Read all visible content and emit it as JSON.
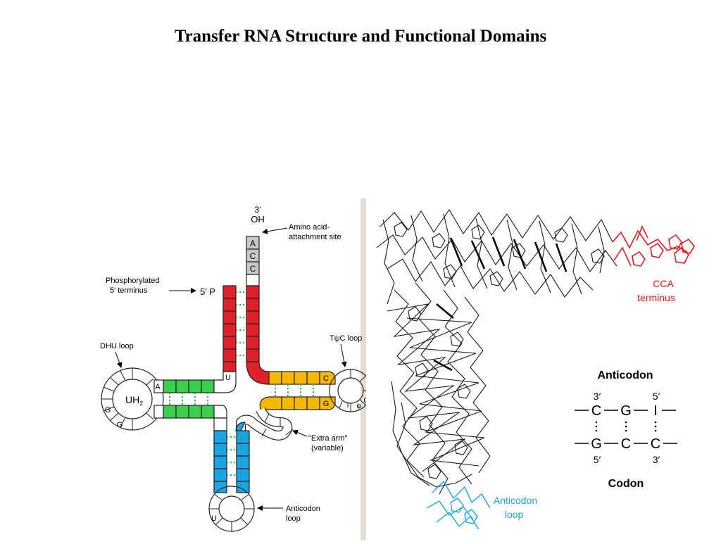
{
  "slide": {
    "title": "Transfer RNA Structure and Functional Domains"
  },
  "cloverleaf": {
    "three_prime_label": "3′",
    "oh_label": "OH",
    "five_prime_label": "5′ P",
    "acceptor_bases": [
      "A",
      "C",
      "C"
    ],
    "amino_acid_label_line1": "Amino acid-",
    "amino_acid_label_line2": "attachment site",
    "phos_label_line1": "Phosphorylated",
    "phos_label_line2": "5′ terminus",
    "dhu_label": "DHU loop",
    "tpsic_label": "TψC loop",
    "extra_arm_line1": "\"Extra arm\"",
    "extra_arm_line2": "(variable)",
    "anticodon_loop_line1": "Anticodon",
    "anticodon_loop_line2": "loop",
    "uh2_label": "UH",
    "uh2_subscript": "2",
    "dhu_bases": {
      "a": "A",
      "g1": "G",
      "g2": "G"
    },
    "junction_u": "U",
    "tpsic_bases": {
      "c_top": "C",
      "g": "G",
      "t": "T",
      "psi": "ψ",
      "c_loop": "C"
    },
    "anticodon_u": "U",
    "colors": {
      "acceptor": "#e0202a",
      "acc_end": "#c8c8c8",
      "d_stem": "#3ccf4e",
      "t_stem": "#f5b800",
      "anticodon": "#1ba5e0",
      "hbond": "#19c23a"
    }
  },
  "structure3d": {
    "cca_label_line1": "CCA",
    "cca_label_line2": "terminus",
    "anticodon_loop_line1": "Anticodon",
    "anticodon_loop_line2": "loop",
    "cca_color": "#e8191f",
    "anticodon_color": "#18a6e6"
  },
  "pairing": {
    "title": "Anticodon",
    "top_primes": [
      "3′",
      "5′"
    ],
    "top_row": [
      "C",
      "G",
      "I"
    ],
    "bottom_row": [
      "G",
      "C",
      "C"
    ],
    "bottom_primes": [
      "5′",
      "3′"
    ],
    "footer": "Codon"
  }
}
